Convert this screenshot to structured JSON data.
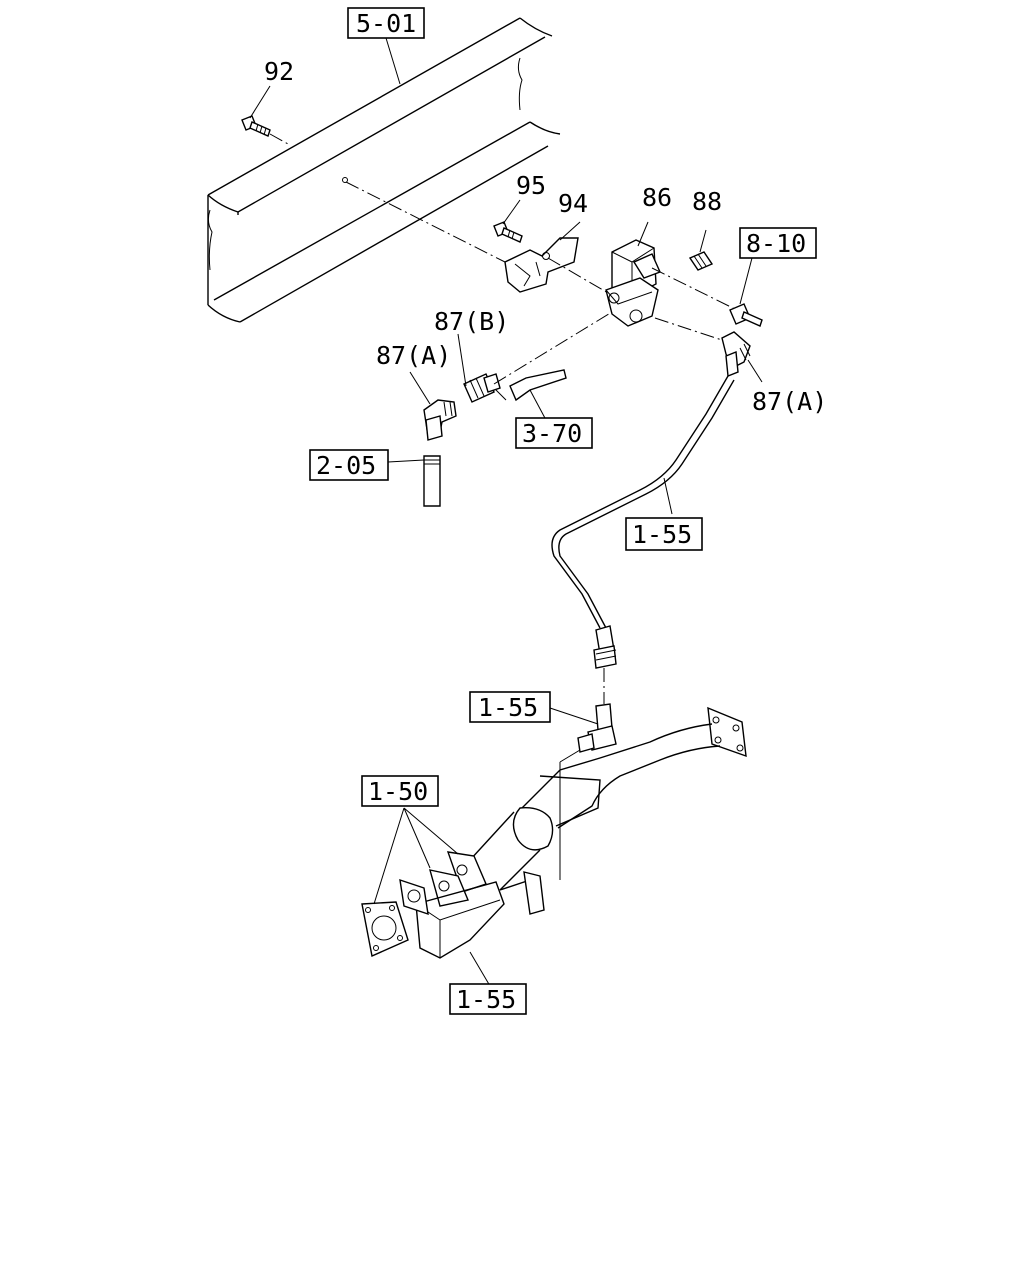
{
  "diagram": {
    "part_labels": {
      "p92": "92",
      "p95": "95",
      "p94": "94",
      "p86": "86",
      "p88": "88",
      "p87b": "87(B)",
      "p87a_left": "87(A)",
      "p87a_right": "87(A)"
    },
    "ref_boxes": {
      "r501": "5-01",
      "r810": "8-10",
      "r370": "3-70",
      "r205": "2-05",
      "r155_hose": "1-55",
      "r155_fitting": "1-55",
      "r150": "1-50",
      "r155_bottom": "1-55"
    }
  }
}
